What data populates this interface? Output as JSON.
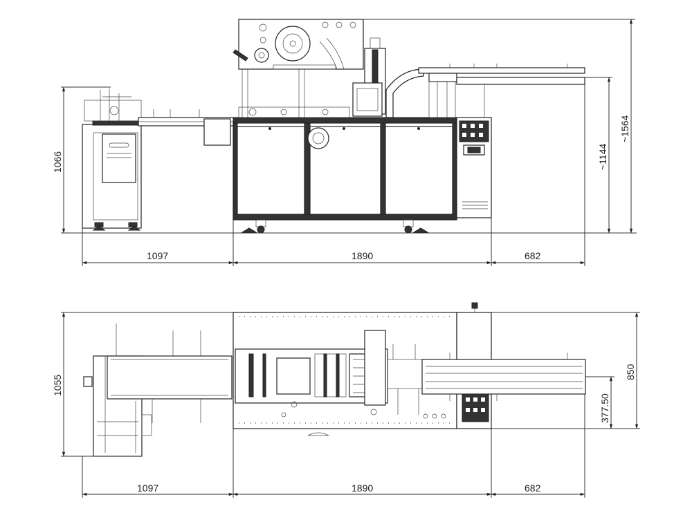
{
  "side_view": {
    "width_infeed": "1097",
    "width_main": "1890",
    "width_outfeed": "682",
    "height_infeed": "1066",
    "height_conveyor": "~1144",
    "height_total": "~1564"
  },
  "top_view": {
    "width_infeed": "1097",
    "width_main": "1890",
    "width_outfeed": "682",
    "depth_total": "1055",
    "depth_outfeed": "850",
    "offset_outfeed": "377.50"
  }
}
